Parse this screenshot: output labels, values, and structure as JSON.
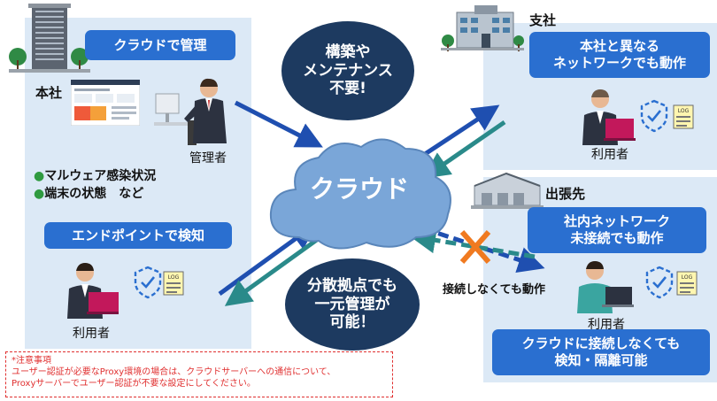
{
  "hq": {
    "title": "本社",
    "cloud_manage_label": "クラウドで管理",
    "admin_label": "管理者",
    "bullets": [
      "マルウェア感染状況",
      "端末の状態　など"
    ],
    "endpoint_label": "エンドポイントで検知",
    "user_label": "利用者"
  },
  "branch": {
    "title": "支社",
    "badge_label": "本社と異なる\nネットワークでも動作",
    "user_label": "利用者"
  },
  "trip": {
    "title": "出張先",
    "badge_label": "社内ネットワーク\n未接続でも動作",
    "offline_label": "接続しなくても動作",
    "user_label": "利用者",
    "bottom_label": "クラウドに接続しなくても\n検知・隔離可能"
  },
  "center": {
    "top_oval": "構築や\nメンテナンス\n不要!",
    "cloud_label": "クラウド",
    "bottom_oval": "分散拠点でも\n一元管理が\n可能！"
  },
  "notice": {
    "title": "*注意事項",
    "line1": "ユーザー認証が必要なProxy環境の場合は、クラウドサーバーへの通信について、",
    "line2": "Proxyサーバーでユーザー認証が不要な設定にしてください。"
  },
  "icons": {
    "shield": "shield-check-icon",
    "log": "log-document-icon",
    "cross": "cross-mark-icon"
  },
  "colors": {
    "panel": "#dce9f6",
    "badge_blue": "#2a6fd0",
    "navy_oval": "#1d3a60",
    "arrow_blue": "#1f4fb0",
    "arrow_teal": "#2a8a8a",
    "cross_orange": "#f07a20",
    "notice_red": "#e03030"
  }
}
